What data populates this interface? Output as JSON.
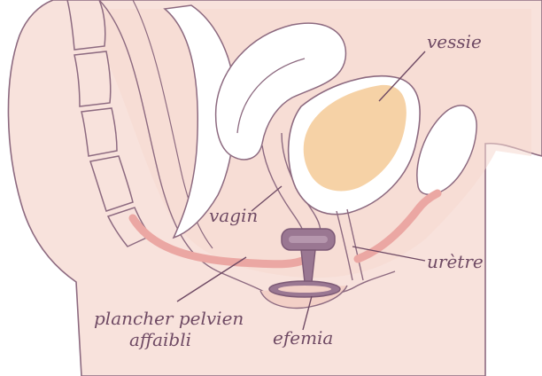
{
  "labels": {
    "vessie": "vessie",
    "vagin": "vagin",
    "uretre": "urètre",
    "plancher_line1": "plancher pelvien",
    "plancher_line2": "affaibli",
    "efemia": "efemia"
  },
  "colors": {
    "skin": "#f8e2dc",
    "skin_inner": "#f3d0c7",
    "outline": "#8d6a80",
    "organ_white": "#ffffff",
    "bladder_fill": "#f6d2a6",
    "pelvic_floor": "#eba7a3",
    "device": "#9a7792",
    "device_dark": "#7d5a76",
    "label_text": "#6f4a64"
  }
}
